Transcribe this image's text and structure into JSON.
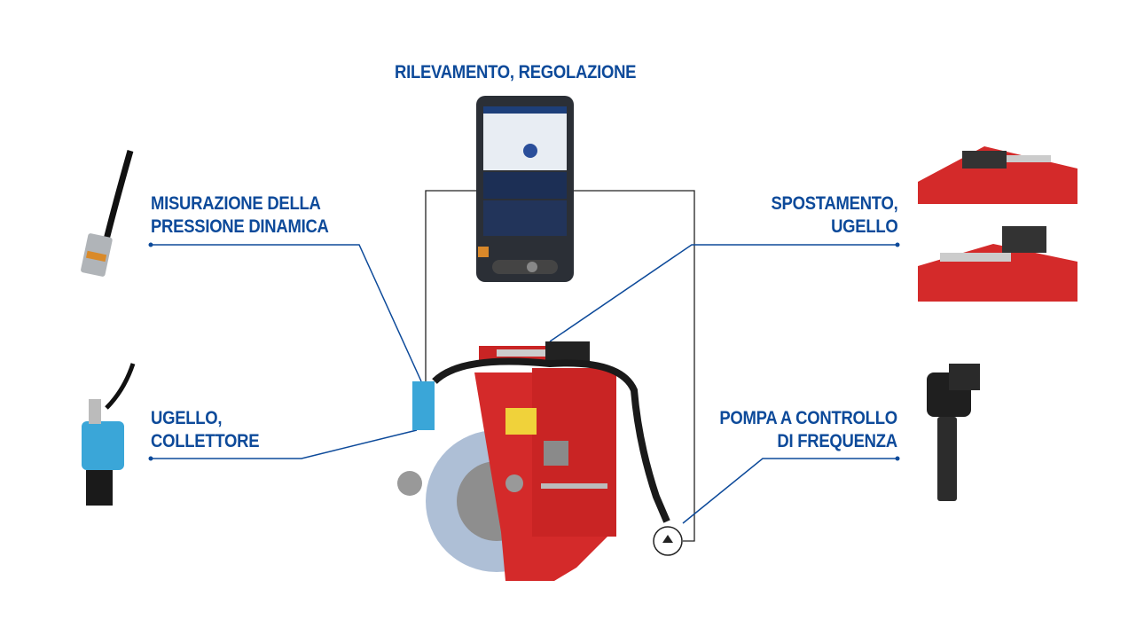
{
  "labels": {
    "detection": "RILEVAMENTO, REGOLAZIONE",
    "pressure": [
      "MISURAZIONE DELLA",
      "PRESSIONE DINAMICA"
    ],
    "nozzle": [
      "UGELLO,",
      "COLLETTORE"
    ],
    "movement": [
      "SPOSTAMENTO,",
      "UGELLO"
    ],
    "pump": [
      "POMPA A CONTROLLO",
      "DI FREQUENZA"
    ]
  },
  "colors": {
    "label": "#0d4a9a",
    "machine": "#d42a2a",
    "wheel": "#aebfd6",
    "nozzle": "#3aa6d8"
  }
}
